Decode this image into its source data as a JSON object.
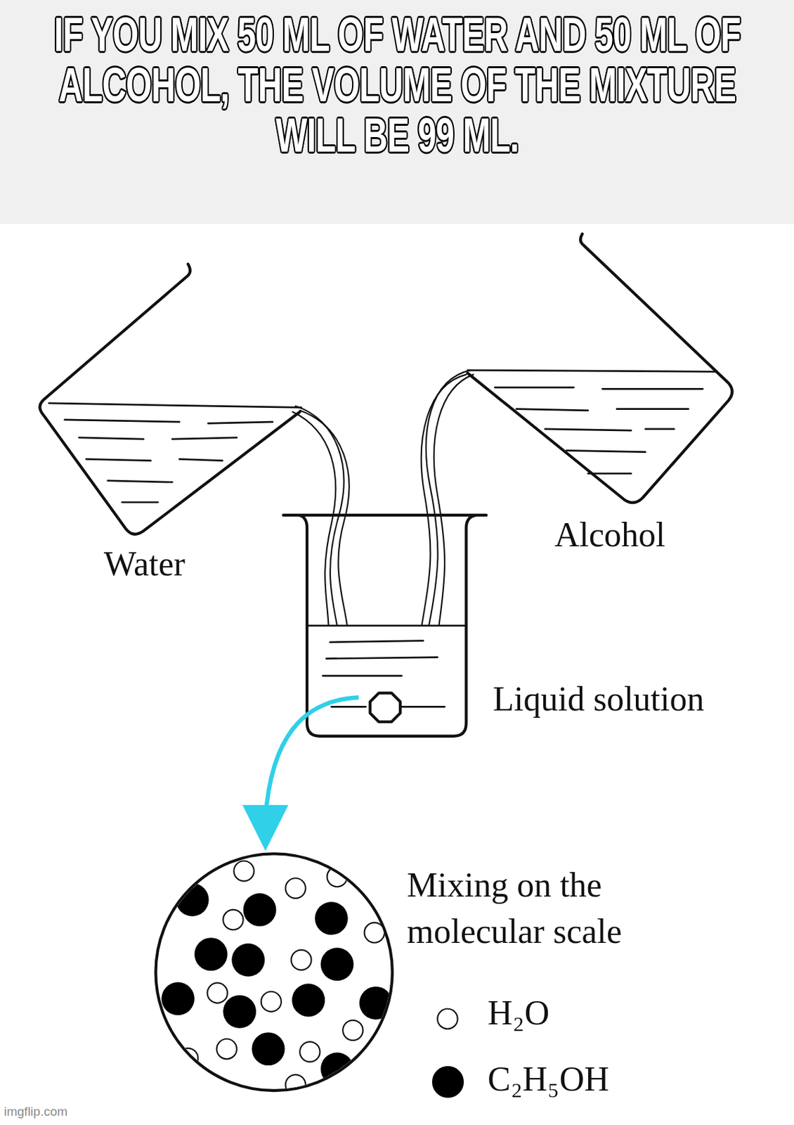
{
  "diagram": {
    "title": "IF YOU MIX 50 ML OF WATER AND 50 ML OF ALCOHOL, THE VOLUME OF THE MIXTURE WILL BE 99 ML.",
    "labels": [
      "Water",
      "Alcohol",
      "Liquid solution",
      "Mixing on the molecular scale",
      "imgflip.com"
    ],
    "legend": [
      {
        "text": "H₂O"
      },
      {
        "text": "C₂H₅OH",
        "color": "#000000"
      }
    ]
  }
}
